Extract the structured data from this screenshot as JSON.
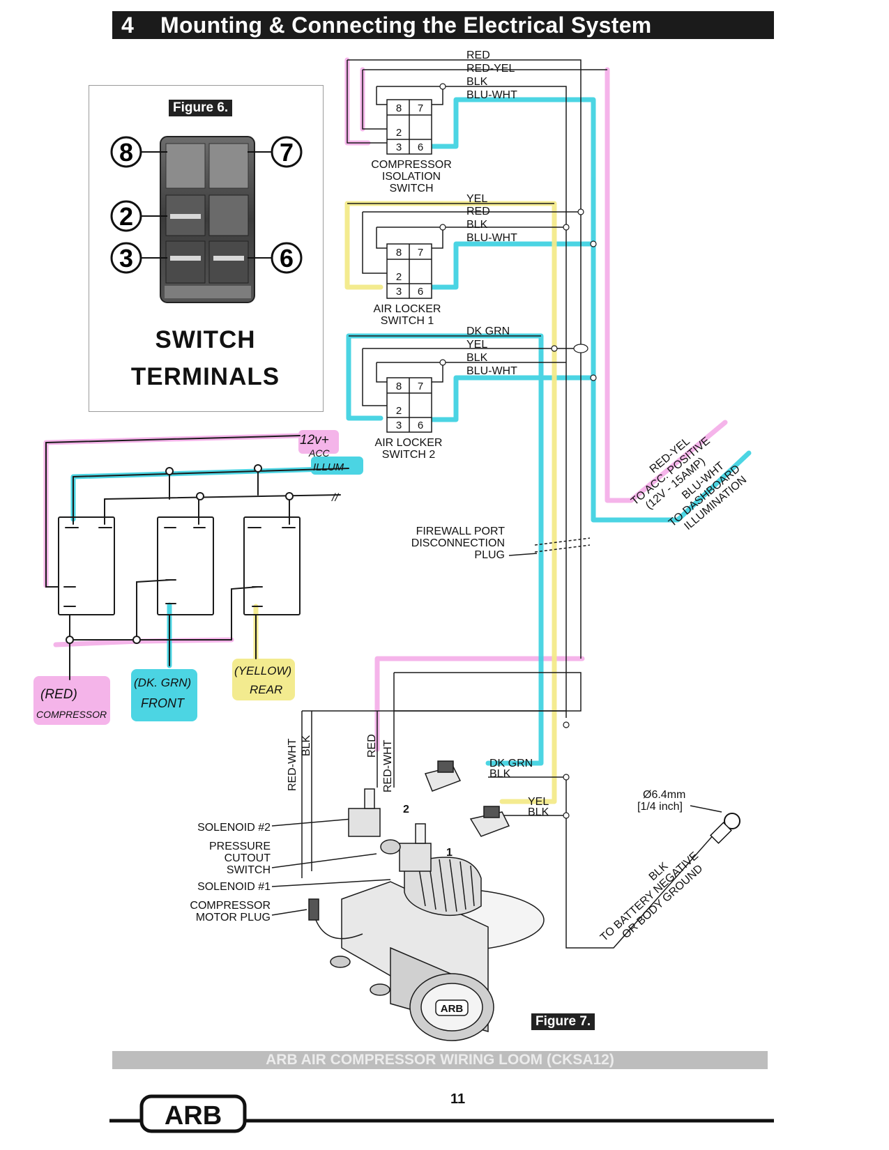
{
  "header": {
    "number": "4",
    "title": "Mounting & Connecting the Electrical System"
  },
  "figure6": {
    "caption": "Figure 6.",
    "terminals": [
      "8",
      "7",
      "2",
      "3",
      "6"
    ],
    "title_line1": "SWITCH",
    "title_line2": "TERMINALS"
  },
  "figure7": {
    "caption": "Figure 7.",
    "switches": [
      {
        "label": [
          "COMPRESSOR",
          "ISOLATION",
          "SWITCH"
        ],
        "wires": [
          "RED",
          "RED-YEL",
          "BLK",
          "BLU-WHT"
        ]
      },
      {
        "label": [
          "AIR LOCKER",
          "SWITCH 1"
        ],
        "wires": [
          "YEL",
          "RED",
          "BLK",
          "BLU-WHT"
        ]
      },
      {
        "label": [
          "AIR LOCKER",
          "SWITCH 2"
        ],
        "wires": [
          "DK GRN",
          "YEL",
          "BLK",
          "BLU-WHT"
        ]
      }
    ],
    "terminal_numbers": [
      "8",
      "7",
      "2",
      "3",
      "6"
    ],
    "firewall_label": [
      "FIREWALL PORT",
      "DISCONNECTION",
      "PLUG"
    ],
    "acc_label": [
      "RED-YEL",
      "TO ACC. POSITIVE",
      "(12V - 15AMP)"
    ],
    "dash_label": [
      "BLU-WHT",
      "TO DASHBOARD",
      "ILLUMINATION"
    ],
    "vertical_wires": [
      "RED-WHT",
      "BLK",
      "RED",
      "RED-WHT"
    ],
    "solenoid_wires_2": [
      "DK GRN",
      "BLK"
    ],
    "solenoid_wires_1": [
      "YEL",
      "BLK"
    ],
    "ground_ring": [
      "Ø6.4mm",
      "[1/4 inch]"
    ],
    "ground_label": [
      "BLK",
      "TO BATTERY NEGATIVE",
      "OR BODY GROUND"
    ],
    "component_labels": [
      "SOLENOID #2",
      "PRESSURE",
      "CUTOUT",
      "SWITCH",
      "SOLENOID #1",
      "COMPRESSOR",
      "MOTOR PLUG"
    ],
    "solenoid_numbers": [
      "2",
      "1"
    ],
    "brand_plate": "ARB"
  },
  "handwritten": {
    "top_right": [
      "12v+",
      "ACC"
    ],
    "illum": "ILLUM",
    "sep": "//",
    "red": [
      "(RED)",
      "COMPRESSOR"
    ],
    "green": [
      "(DK. GRN)",
      "FRONT"
    ],
    "yellow": [
      "(YELLOW)",
      "REAR"
    ]
  },
  "footer": {
    "loom_title": "ARB AIR COMPRESSOR WIRING LOOM (CKSA12)",
    "page_number": "11",
    "logo": "ARB"
  },
  "colors": {
    "pink": "#f3a7e6",
    "cyan": "#38d0e0",
    "yellow": "#f3ea8a",
    "ink": "#1a1a1a"
  }
}
